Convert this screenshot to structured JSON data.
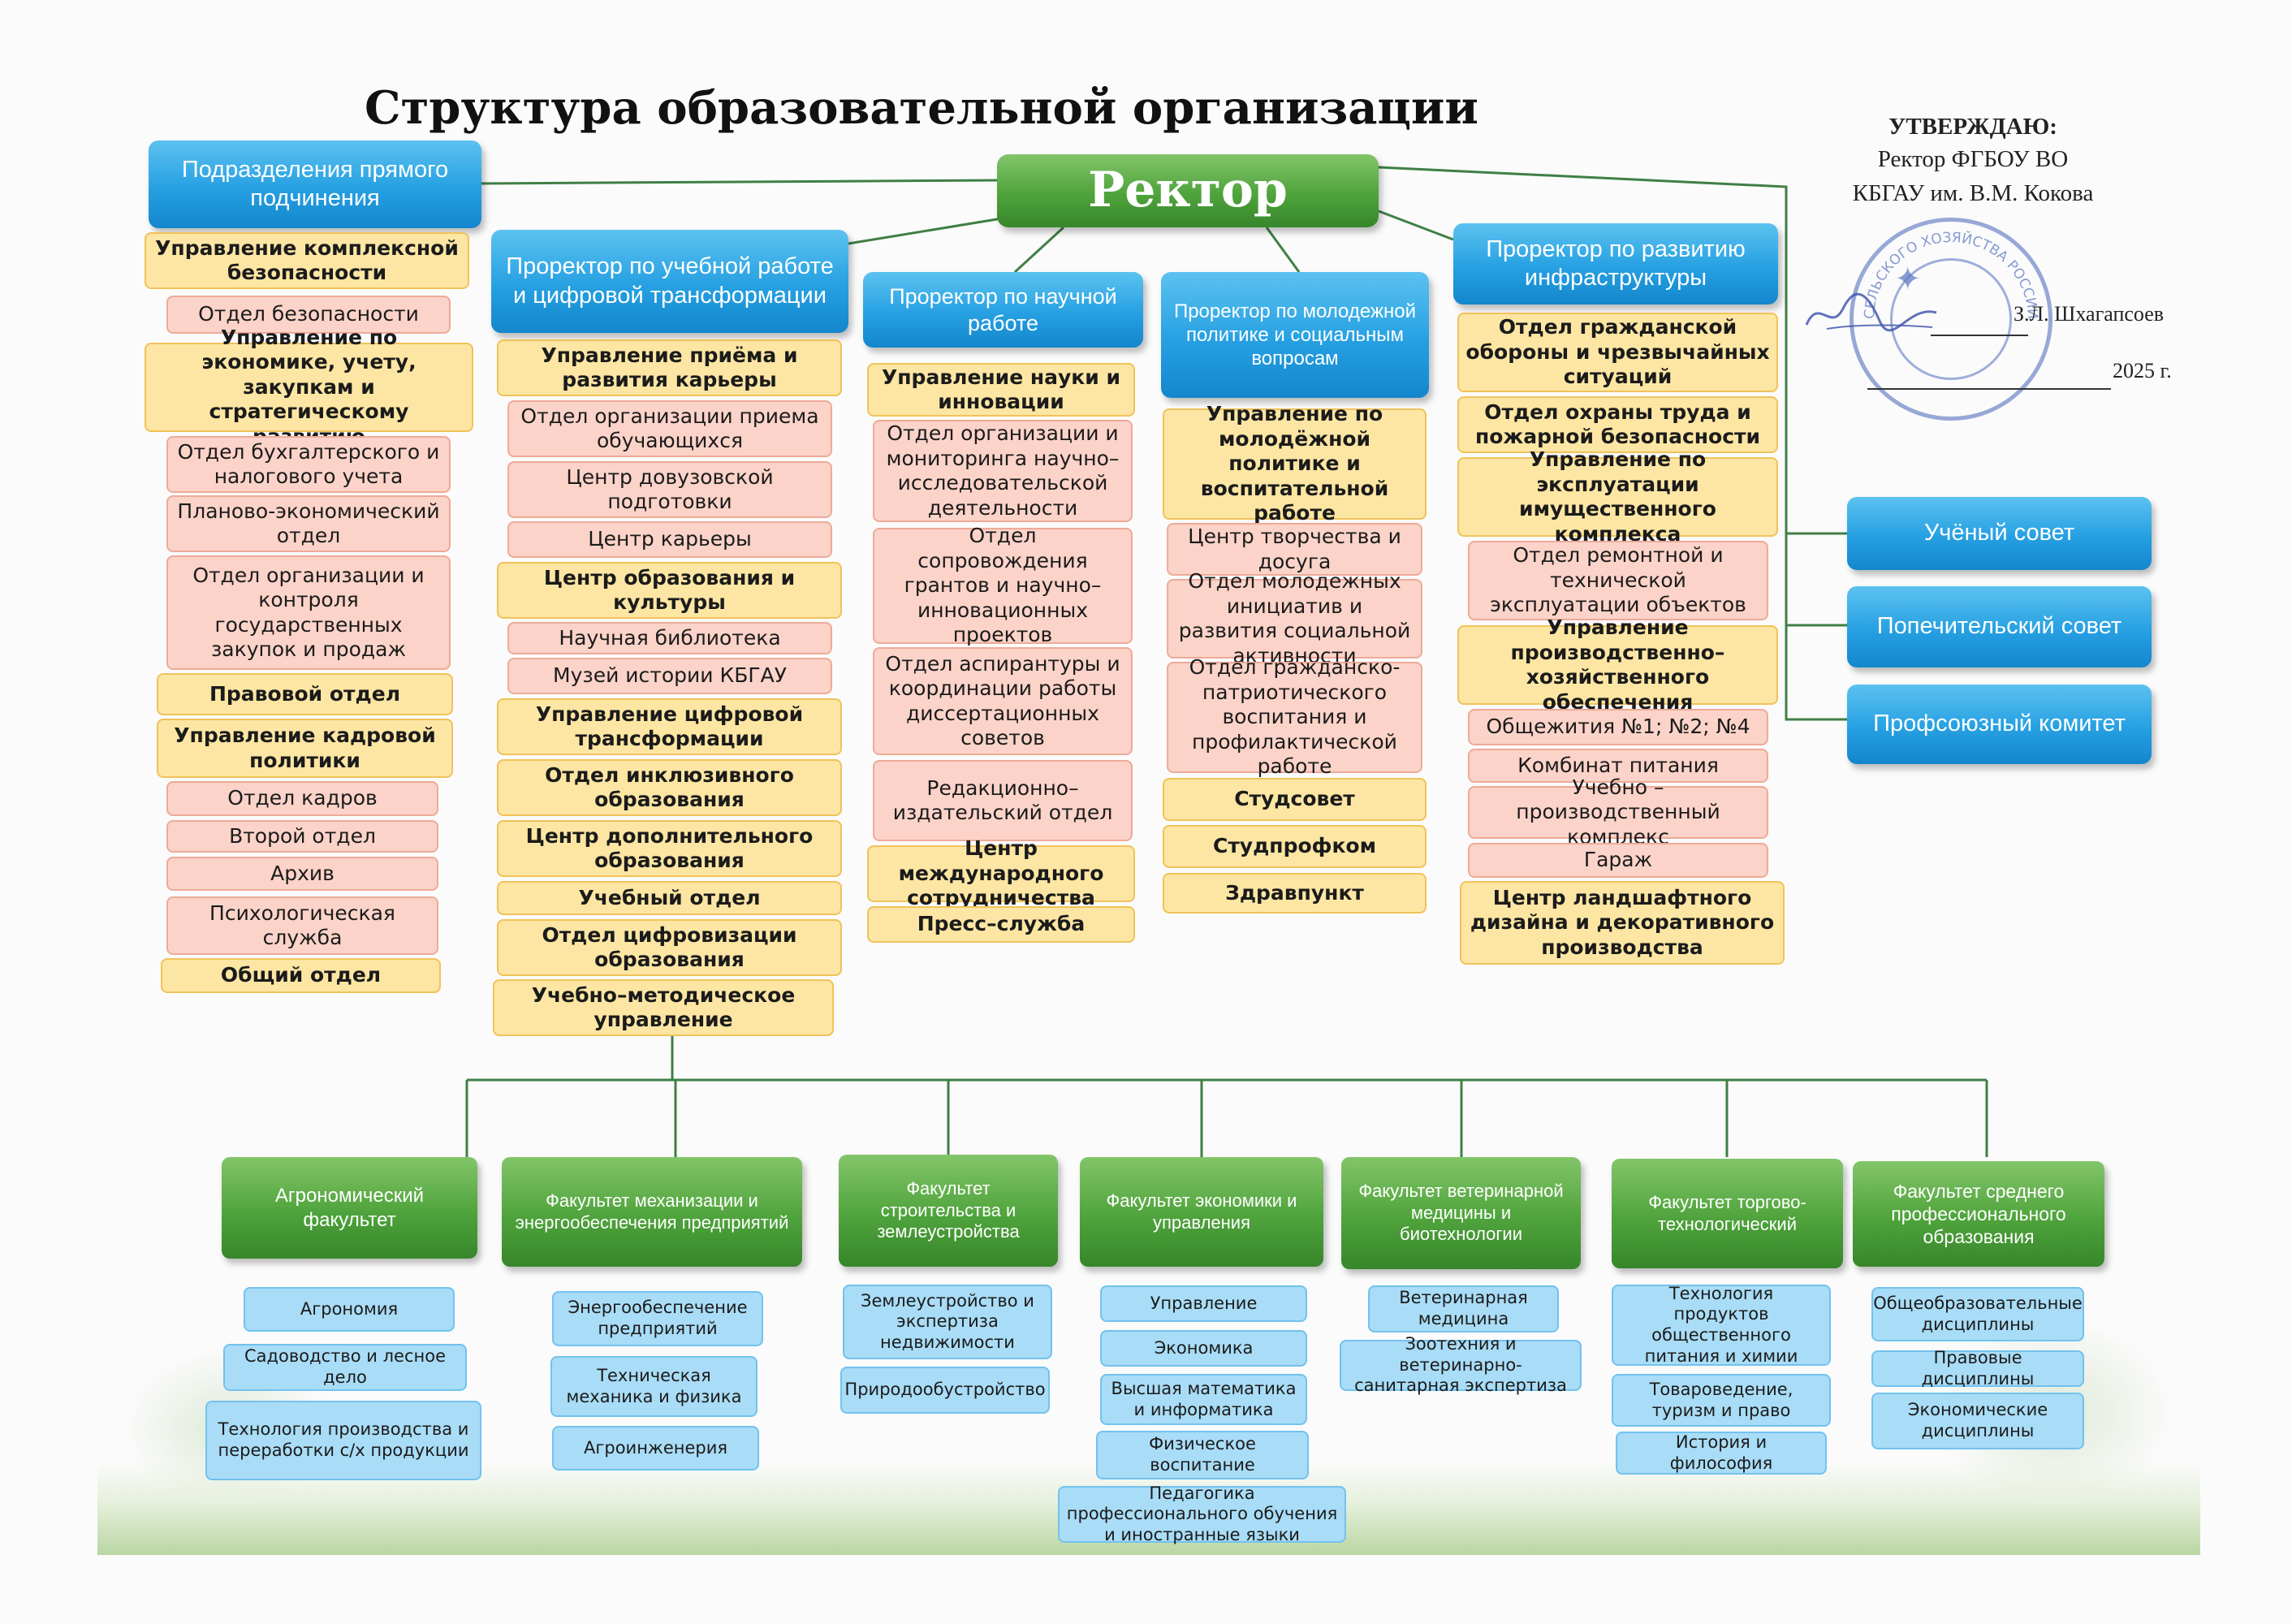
{
  "title": "Структура образовательной организации",
  "approval": {
    "heading": "УТВЕРЖДАЮ:",
    "line1": "Ректор ФГБОУ ВО",
    "line2": "КБГАУ им. В.М. Кокова",
    "signer": "З.Л. Шхагапсоев",
    "date_suffix": "2025 г.",
    "seal_text": "СЕЛЬСКОГО ХОЗЯЙСТВА РОССИИ"
  },
  "rector": "Ректор",
  "councils": [
    "Учёный совет",
    "Попечительский совет",
    "Профсоюзный комитет"
  ],
  "columns": [
    {
      "header": "Подразделения прямого подчинения",
      "items": [
        {
          "t": "Управление комплексной безопасности",
          "k": "y"
        },
        {
          "t": "Отдел безопасности",
          "k": "p"
        },
        {
          "t": "Управление по экономике, учету, закупкам и стратегическому развитию",
          "k": "y"
        },
        {
          "t": "Отдел бухгалтерского и налогового учета",
          "k": "p"
        },
        {
          "t": "Планово-экономический отдел",
          "k": "p"
        },
        {
          "t": "Отдел организации и контроля государственных закупок и продаж",
          "k": "p"
        },
        {
          "t": "Правовой отдел",
          "k": "y"
        },
        {
          "t": "Управление кадровой политики",
          "k": "y"
        },
        {
          "t": "Отдел кадров",
          "k": "p"
        },
        {
          "t": "Второй отдел",
          "k": "p"
        },
        {
          "t": "Архив",
          "k": "p"
        },
        {
          "t": "Психологическая служба",
          "k": "p"
        },
        {
          "t": "Общий отдел",
          "k": "y"
        }
      ]
    },
    {
      "header": "Проректор по учебной работе и цифровой трансформации",
      "items": [
        {
          "t": "Управление приёма и развития карьеры",
          "k": "y"
        },
        {
          "t": "Отдел организации приема обучающихся",
          "k": "p"
        },
        {
          "t": "Центр довузовской подготовки",
          "k": "p"
        },
        {
          "t": "Центр карьеры",
          "k": "p"
        },
        {
          "t": "Центр образования и культуры",
          "k": "y"
        },
        {
          "t": "Научная библиотека",
          "k": "p"
        },
        {
          "t": "Музей истории КБГАУ",
          "k": "p"
        },
        {
          "t": "Управление цифровой трансформации",
          "k": "y"
        },
        {
          "t": "Отдел инклюзивного образования",
          "k": "y"
        },
        {
          "t": "Центр дополнительного образования",
          "k": "y"
        },
        {
          "t": "Учебный отдел",
          "k": "y"
        },
        {
          "t": "Отдел цифровизации образования",
          "k": "y"
        },
        {
          "t": "Учебно–методическое управление",
          "k": "y"
        }
      ]
    },
    {
      "header": "Проректор по научной работе",
      "items": [
        {
          "t": "Управление науки и инновации",
          "k": "y"
        },
        {
          "t": "Отдел организации и мониторинга научно–исследовательской деятельности",
          "k": "p"
        },
        {
          "t": "Отдел сопровождения грантов и научно–инновационных проектов",
          "k": "p"
        },
        {
          "t": "Отдел аспирантуры и координации работы диссертационных советов",
          "k": "p"
        },
        {
          "t": "Редакционно–издательский отдел",
          "k": "p"
        },
        {
          "t": "Центр международного сотрудничества",
          "k": "y"
        },
        {
          "t": "Пресс–служба",
          "k": "y"
        }
      ]
    },
    {
      "header": "Проректор по молодежной политике и социальным вопросам",
      "items": [
        {
          "t": "Управление по молодёжной политике и воспитательной работе",
          "k": "y"
        },
        {
          "t": "Центр творчества и досуга",
          "k": "p"
        },
        {
          "t": "Отдел молодежных инициатив и развития социальной активности",
          "k": "p"
        },
        {
          "t": "Отдел гражданско-патриотического воспитания и профилактической работе",
          "k": "p"
        },
        {
          "t": "Студсовет",
          "k": "y"
        },
        {
          "t": "Студпрофком",
          "k": "y"
        },
        {
          "t": "Здравпункт",
          "k": "y"
        }
      ]
    },
    {
      "header": "Проректор по развитию инфраструктуры",
      "items": [
        {
          "t": "Отдел гражданской обороны и чрезвычайных ситуаций",
          "k": "y"
        },
        {
          "t": "Отдел охраны труда и пожарной безопасности",
          "k": "y"
        },
        {
          "t": "Управление по эксплуатации имущественного комплекса",
          "k": "y"
        },
        {
          "t": "Отдел ремонтной и технической эксплуатации объектов",
          "k": "p"
        },
        {
          "t": "Управление производственно–хозяйственного обеспечения",
          "k": "y"
        },
        {
          "t": "Общежития №1; №2; №4",
          "k": "p"
        },
        {
          "t": "Комбинат питания",
          "k": "p"
        },
        {
          "t": "Учебно – производственный комплекс",
          "k": "p"
        },
        {
          "t": "Гараж",
          "k": "p"
        },
        {
          "t": "Центр ландшафтного дизайна и декоративного производства",
          "k": "y"
        }
      ]
    }
  ],
  "faculties": [
    {
      "name": "Агрономический факультет",
      "departments": [
        "Агрономия",
        "Садоводство и лесное дело",
        "Технология производства и переработки с/х продукции"
      ]
    },
    {
      "name": "Факультет механизации и энергообеспечения предприятий",
      "departments": [
        "Энергообеспечение предприятий",
        "Техническая механика и физика",
        "Агроинженерия"
      ]
    },
    {
      "name": "Факультет строительства и землеустройства",
      "departments": [
        "Землеустройство и экспертиза недвижимости",
        "Природообустройство"
      ]
    },
    {
      "name": "Факультет экономики и управления",
      "departments": [
        "Управление",
        "Экономика",
        "Высшая математика и информатика",
        "Физическое воспитание",
        "Педагогика профессионального обучения и иностранные языки"
      ]
    },
    {
      "name": "Факультет ветеринарной медицины и биотехнологии",
      "departments": [
        "Ветеринарная медицина",
        "Зоотехния и ветеринарно-санитарная экспертиза"
      ]
    },
    {
      "name": "Факультет торгово-технологический",
      "departments": [
        "Технология продуктов общественного питания и химии",
        "Товароведение, туризм и право",
        "История и философия"
      ]
    },
    {
      "name": "Факультет среднего профессионального образования",
      "departments": [
        "Общеобразовательные дисциплины",
        "Правовые дисциплины",
        "Экономические дисциплины"
      ]
    }
  ],
  "colors": {
    "blue": "#26a0e2",
    "green": "#4fa33c",
    "yellow": "#fde6a3",
    "pink": "#fbd3c8",
    "light_blue": "#a9dcf6",
    "lines": "#3f7f45"
  },
  "icons": [
    "seal-icon",
    "signature-icon"
  ]
}
